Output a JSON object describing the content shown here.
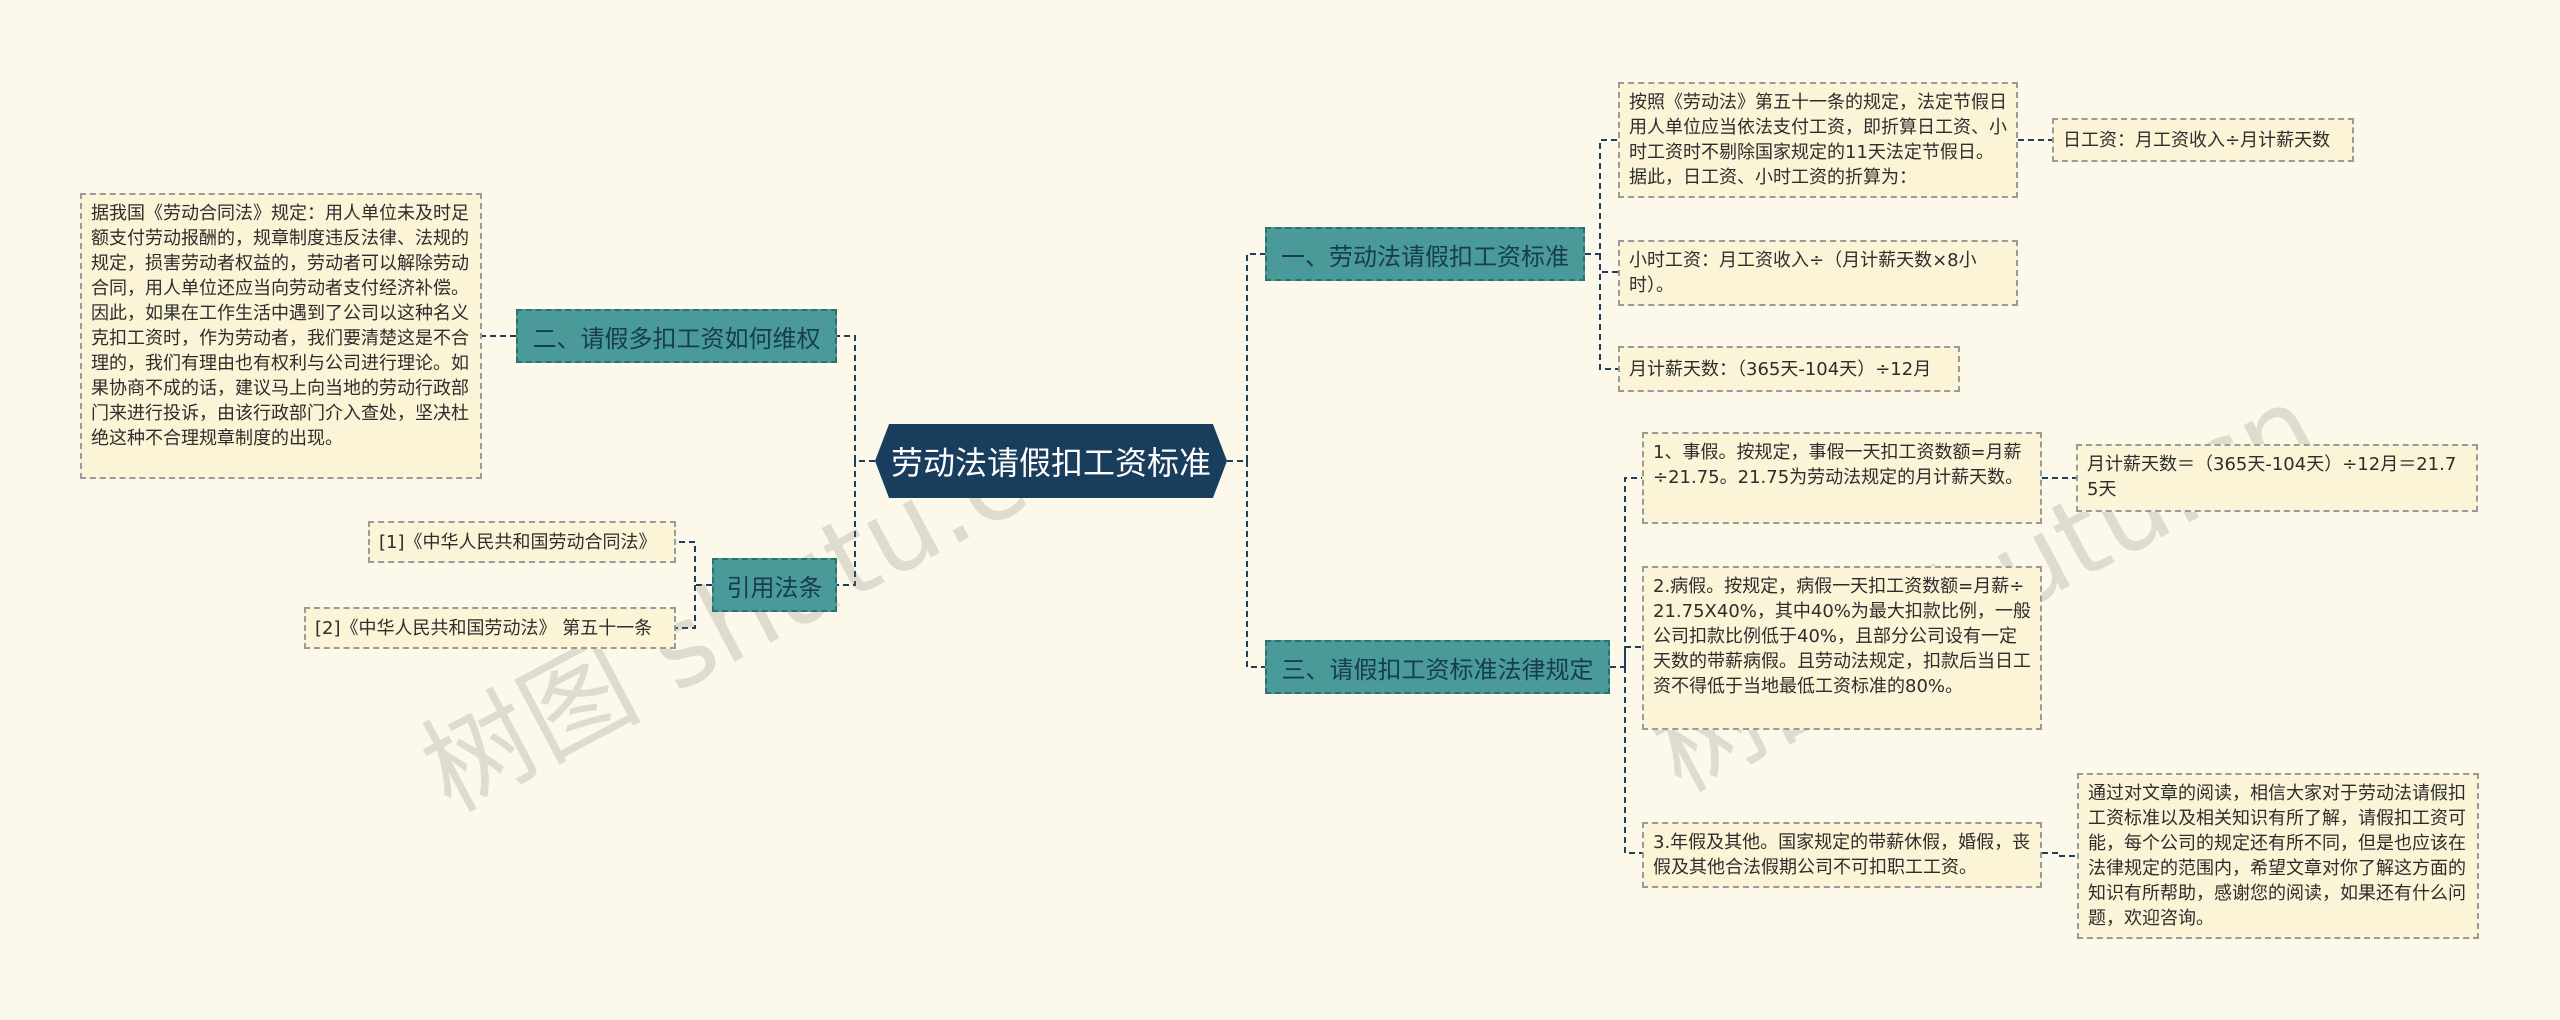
{
  "root": {
    "label": "劳动法请假扣工资标准"
  },
  "branches": {
    "b1": {
      "label": "一、劳动法请假扣工资标准"
    },
    "b2": {
      "label": "二、请假多扣工资如何维权"
    },
    "b3": {
      "label": "三、请假扣工资标准法律规定"
    },
    "b4": {
      "label": "引用法条"
    }
  },
  "leaves": {
    "b1_l1": "按照《劳动法》第五十一条的规定，法定节假日用人单位应当依法支付工资，即折算日工资、小时工资时不剔除国家规定的11天法定节假日。据此，日工资、小时工资的折算为：",
    "b1_l1_c1": "日工资：月工资收入÷月计薪天数",
    "b1_l2": "小时工资：月工资收入÷（月计薪天数×8小时）。",
    "b1_l3": "月计薪天数：（365天-104天）÷12月",
    "b2_l1": "据我国《劳动合同法》规定：用人单位未及时足额支付劳动报酬的，规章制度违反法律、法规的规定，损害劳动者权益的，劳动者可以解除劳动合同，用人单位还应当向劳动者支付经济补偿。因此，如果在工作生活中遇到了公司以这种名义克扣工资时，作为劳动者，我们要清楚这是不合理的，我们有理由也有权利与公司进行理论。如果协商不成的话，建议马上向当地的劳动行政部门来进行投诉，由该行政部门介入查处，坚决杜绝这种不合理规章制度的出现。",
    "b3_l1": "1、事假。按规定，事假一天扣工资数额=月薪÷21.75。21.75为劳动法规定的月计薪天数。",
    "b3_l1_c1": "月计薪天数＝（365天-104天）÷12月＝21.75天",
    "b3_l2": "2.病假。按规定，病假一天扣工资数额=月薪÷21.75X40%，其中40%为最大扣款比例，一般公司扣款比例低于40%，且部分公司设有一定天数的带薪病假。且劳动法规定，扣款后当日工资不得低于当地最低工资标准的80%。",
    "b3_l3": "3.年假及其他。国家规定的带薪休假，婚假，丧假及其他合法假期公司不可扣职工工资。",
    "b3_l3_c1": "通过对文章的阅读，相信大家对于劳动法请假扣工资标准以及相关知识有所了解，请假扣工资可能，每个公司的规定还有所不同，但是也应该在法律规定的范围内，希望文章对你了解这方面的知识有所帮助，感谢您的阅读，如果还有什么问题，欢迎咨询。",
    "b4_l1": "[1]《中华人民共和国劳动合同法》",
    "b4_l2": "[2]《中华人民共和国劳动法》 第五十一条"
  },
  "watermarks": [
    "树图 shutu.cn",
    "树图 shutu.cn"
  ],
  "colors": {
    "background": "#fcf9ea",
    "root": "#183d5d",
    "branch": "#4a9a9a",
    "leaf": "#fbf4d6",
    "line": "#1f3f5f"
  }
}
